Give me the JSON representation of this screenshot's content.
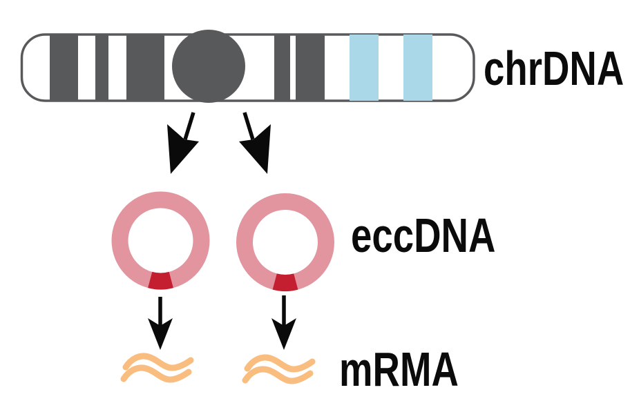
{
  "labels": {
    "chromosome": "chrDNA",
    "eccdna": "eccDNA",
    "mrna": "mRMA"
  },
  "colors": {
    "chromosome_gray": "#58595b",
    "chromosome_blue_band": "#aad8e9",
    "eccdna_ring_pink": "#e2949f",
    "eccdna_segment_red": "#c41f31",
    "mrna_orange": "#f9bd80",
    "arrow_black": "#0a0a0a",
    "label_black": "#0b0b0b",
    "background": "#ffffff"
  },
  "diagram": {
    "chromosome": {
      "dark_bands": 5,
      "blue_bands": 2,
      "has_centromere": true
    },
    "eccdna_count": 2,
    "mrna_count": 2,
    "flow": [
      {
        "from": "chrDNA",
        "to": "eccDNA",
        "arrow_count": 2
      },
      {
        "from": "eccDNA",
        "to": "mRMA",
        "arrow_count": 2
      }
    ]
  }
}
